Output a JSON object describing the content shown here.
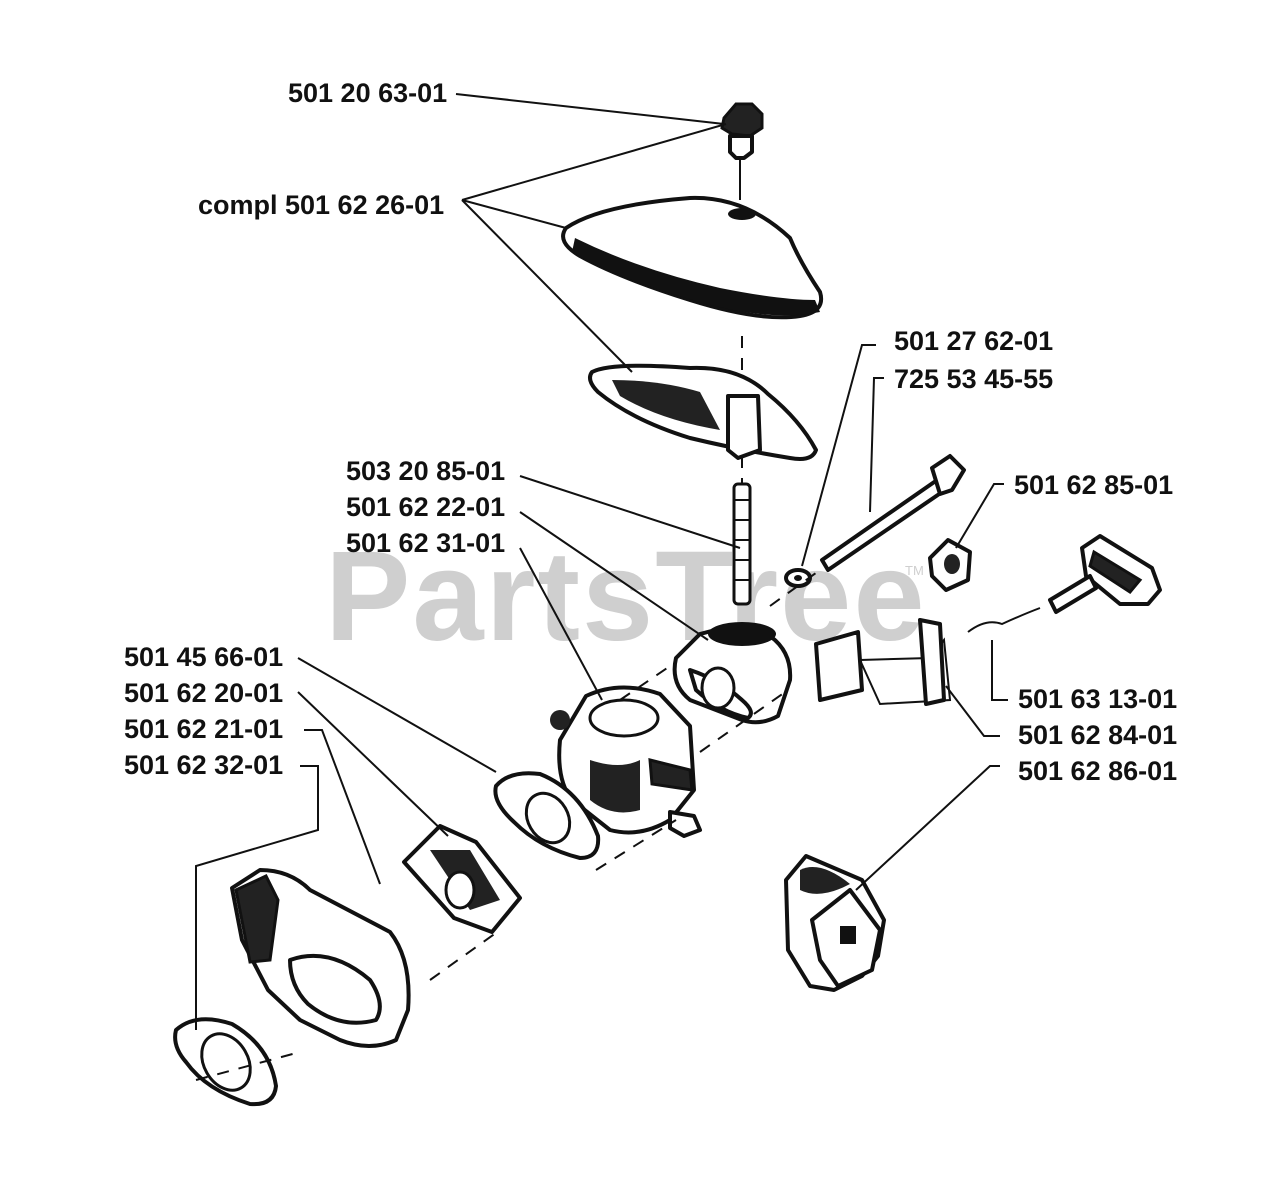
{
  "watermark": {
    "text": "PartsTree",
    "trademark": "TM"
  },
  "part_labels": {
    "p1": "501 20 63-01",
    "p2": "compl 501 62 26-01",
    "p3": "501 27 62-01",
    "p4": "725 53 45-55",
    "p5": "503 20 85-01",
    "p6": "501 62 22-01",
    "p7": "501 62 31-01",
    "p8": "501 62 85-01",
    "p9": "501 45 66-01",
    "p10": "501 62 20-01",
    "p11": "501 62 21-01",
    "p12": "501 62 32-01",
    "p13": "501 63 13-01",
    "p14": "501 62 84-01",
    "p15": "501 62 86-01"
  }
}
